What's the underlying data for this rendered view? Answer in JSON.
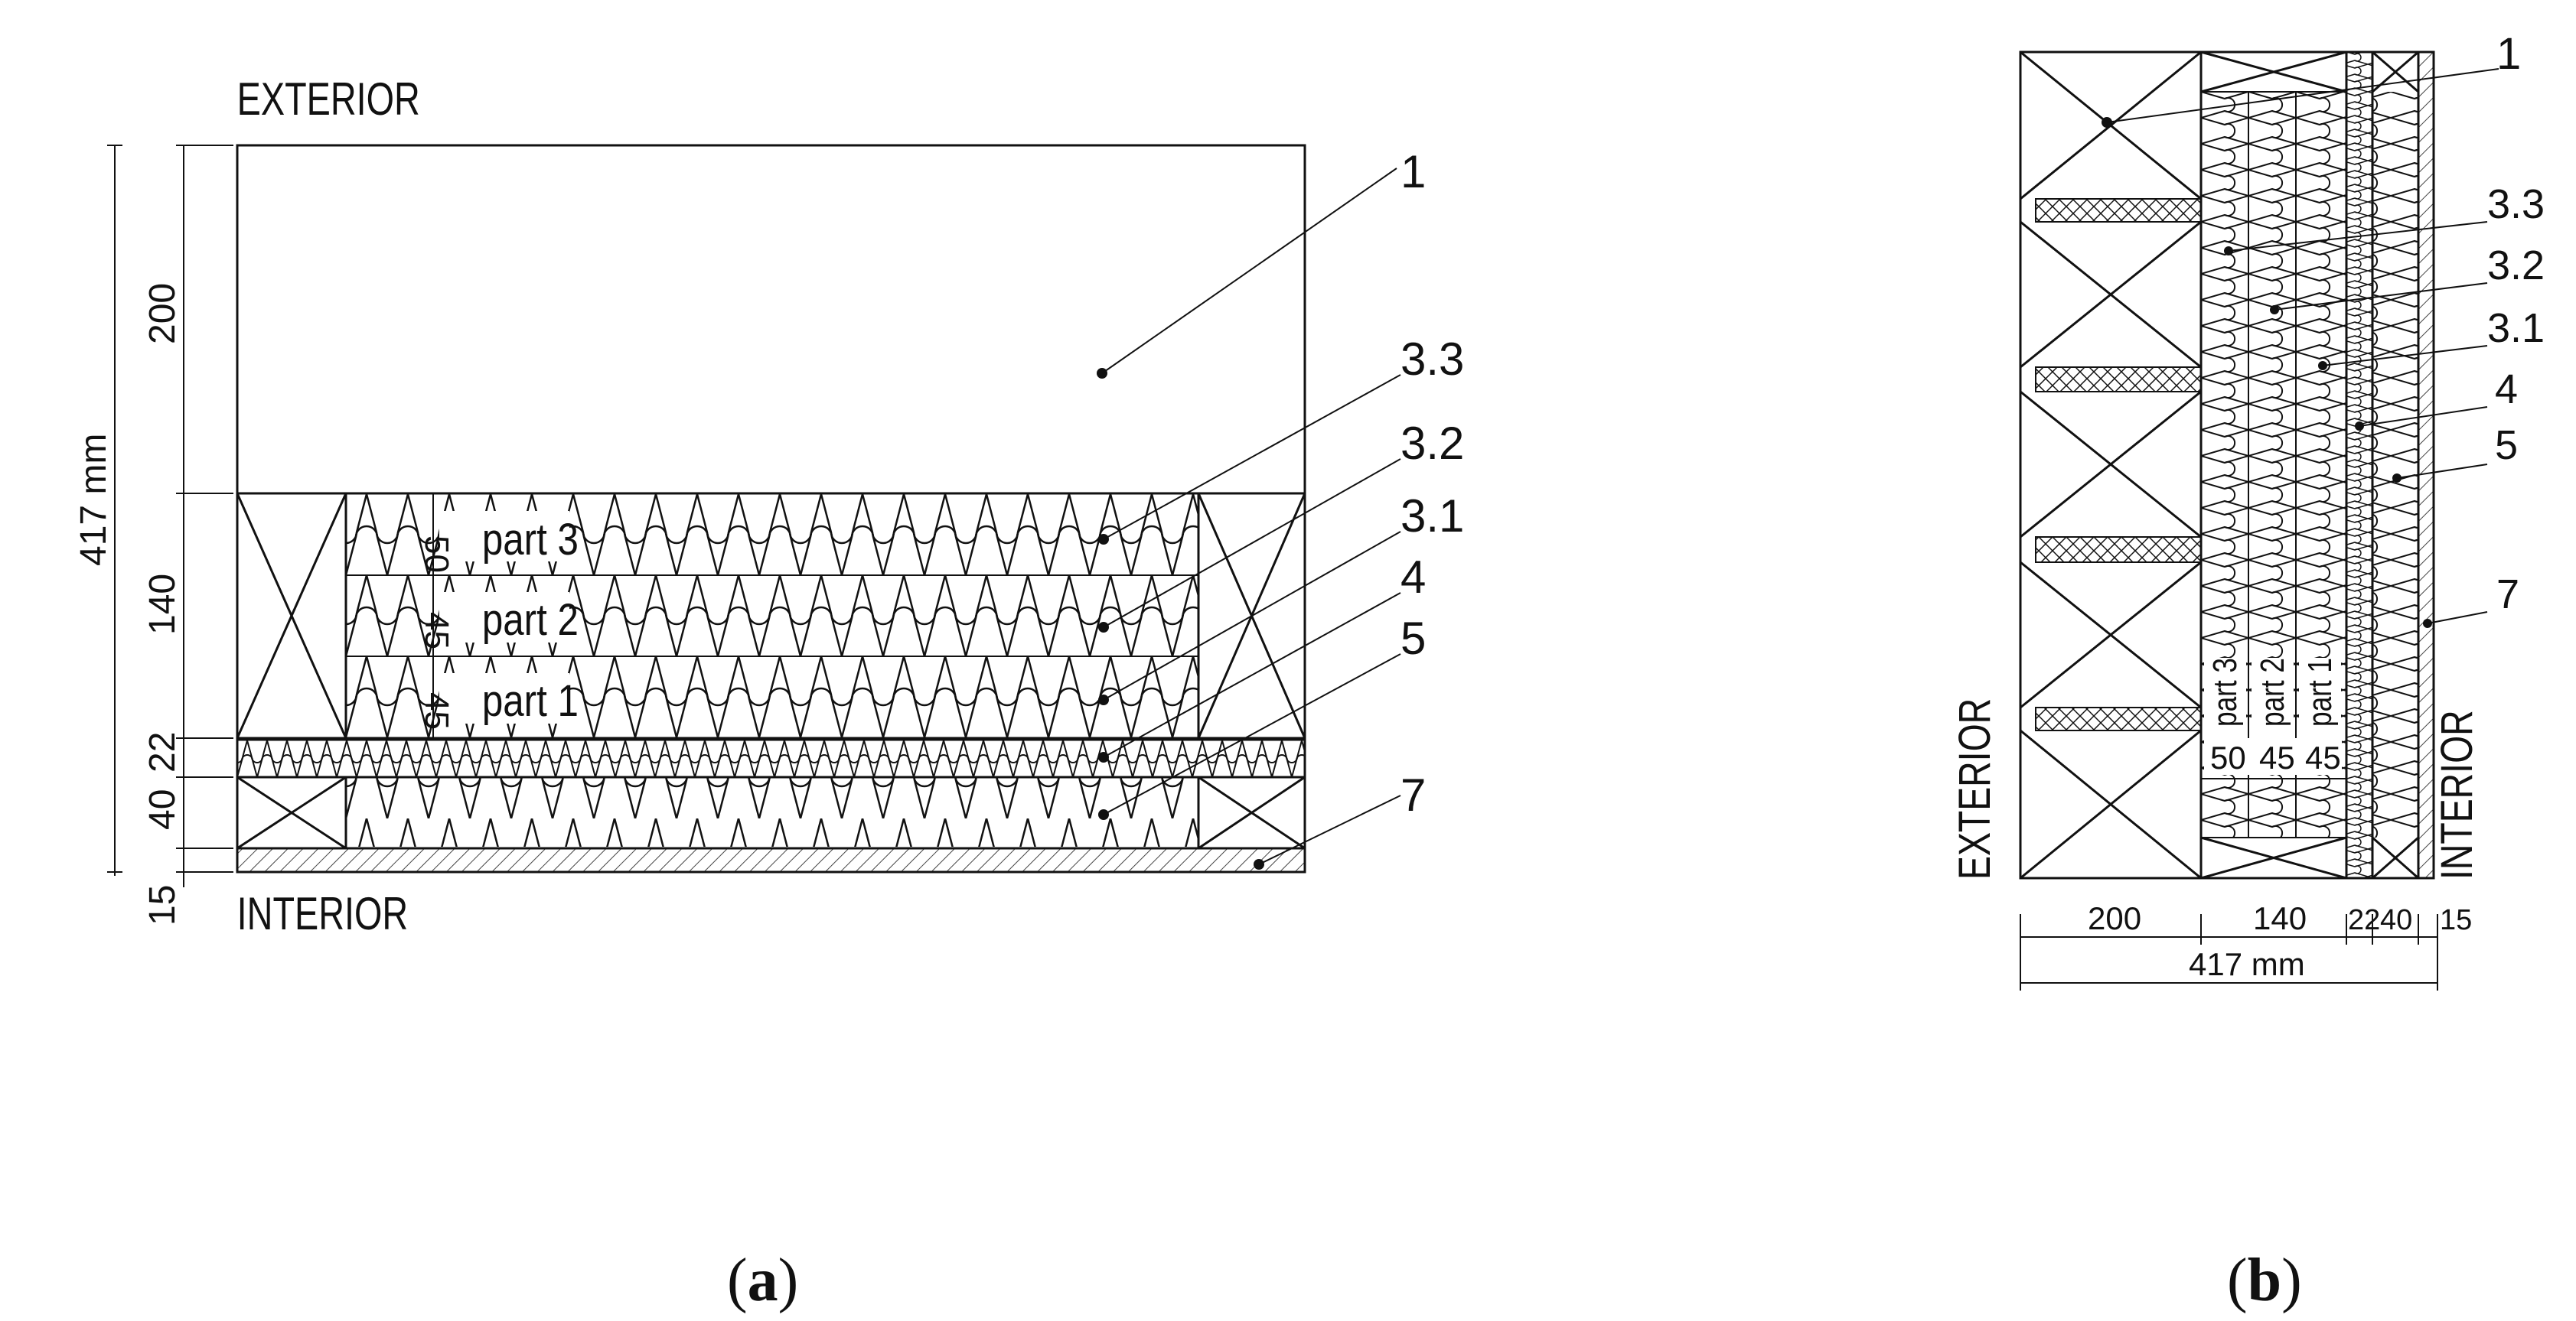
{
  "figure_a": {
    "caption_letter": "a",
    "exterior": "EXTERIOR",
    "interior": "INTERIOR",
    "dims": [
      "200",
      "140",
      "22",
      "40",
      "15"
    ],
    "total": "417 mm",
    "parts": [
      {
        "name": "part 3",
        "thickness": "50"
      },
      {
        "name": "part 2",
        "thickness": "45"
      },
      {
        "name": "part 1",
        "thickness": "45"
      }
    ],
    "callouts": [
      "1",
      "3.3",
      "3.2",
      "3.1",
      "4",
      "5",
      "7"
    ]
  },
  "figure_b": {
    "caption_letter": "b",
    "exterior": "EXTERIOR",
    "interior": "INTERIOR",
    "dims": [
      "200",
      "140",
      "22",
      "40",
      "15"
    ],
    "total": "417 mm",
    "parts": [
      {
        "name": "part 3",
        "thickness": "50"
      },
      {
        "name": "part 2",
        "thickness": "45"
      },
      {
        "name": "part 1",
        "thickness": "45"
      }
    ],
    "callouts": [
      "1",
      "3.3",
      "3.2",
      "3.1",
      "4",
      "5",
      "7"
    ]
  }
}
